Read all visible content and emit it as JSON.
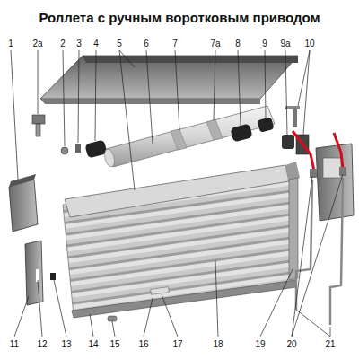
{
  "diagram": {
    "title": "Роллета с ручным воротковым приводом",
    "labels": [
      "1",
      "2а",
      "2",
      "3",
      "4",
      "5",
      "6",
      "7",
      "7а",
      "8",
      "9",
      "9а",
      "10",
      "11",
      "12",
      "13",
      "14",
      "15",
      "16",
      "17",
      "18",
      "19",
      "20",
      "21"
    ]
  }
}
